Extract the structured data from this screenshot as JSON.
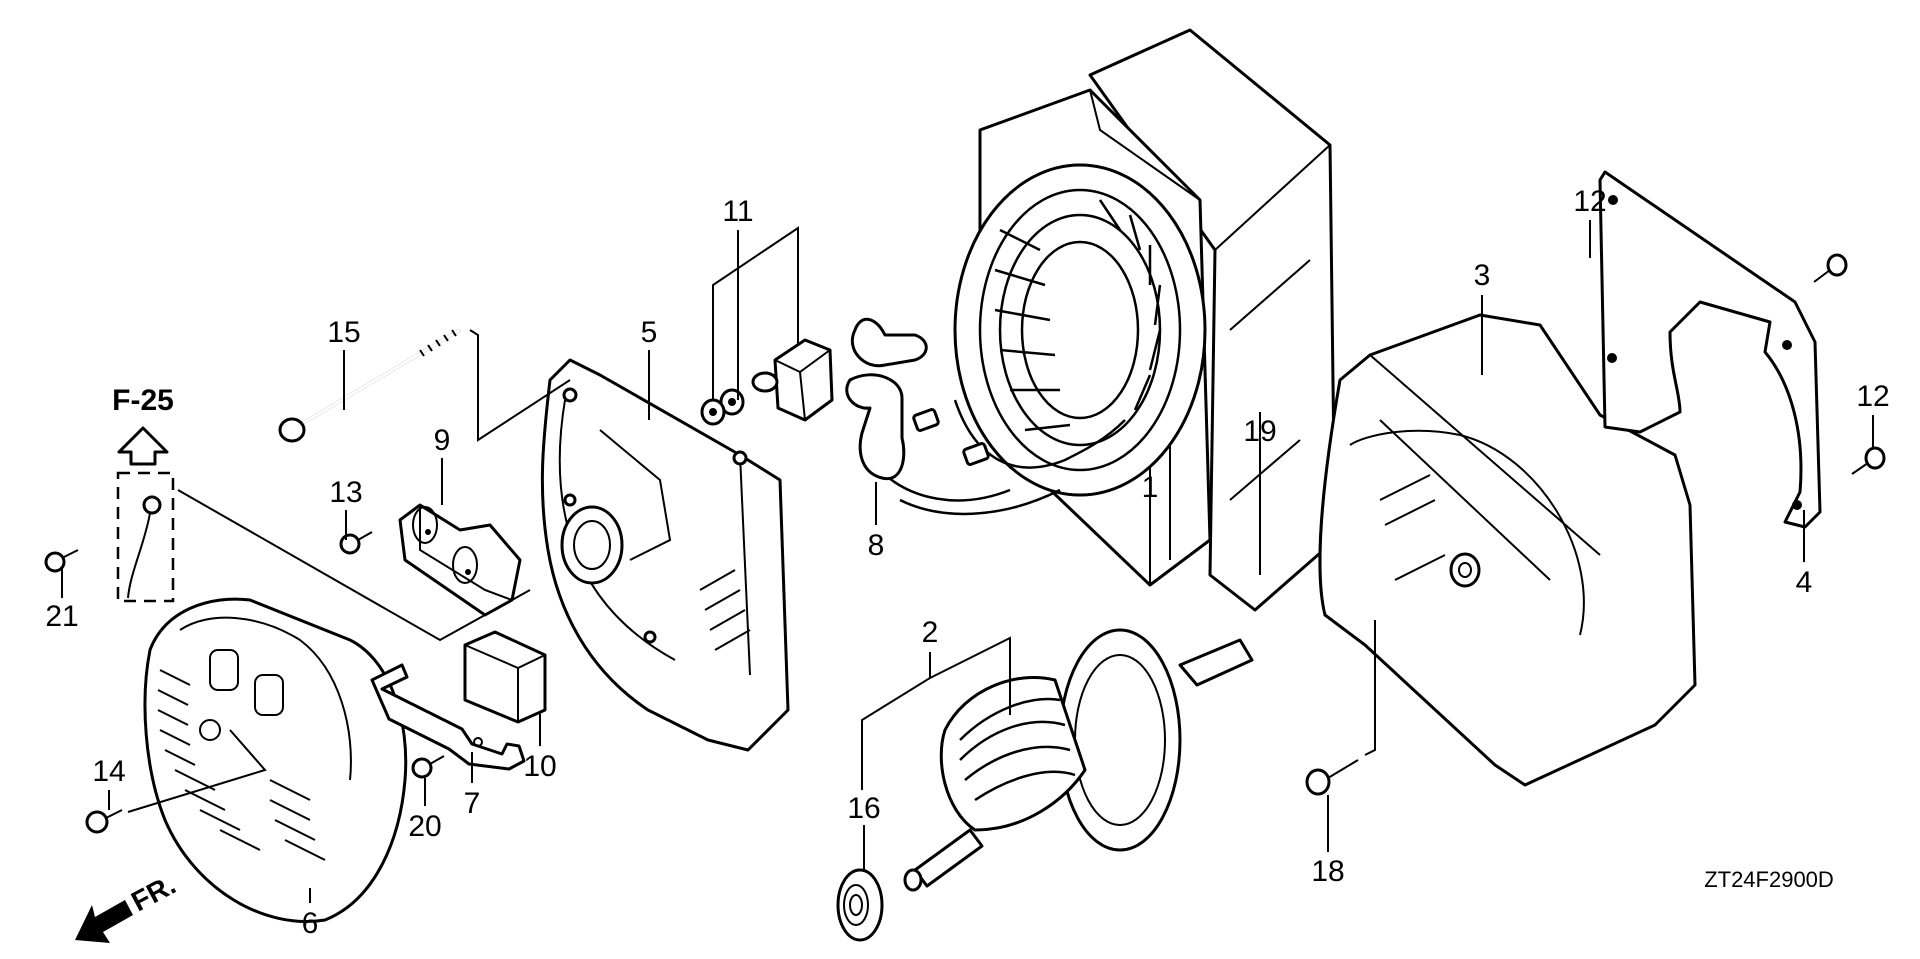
{
  "diagram": {
    "type": "exploded-parts-diagram",
    "drawing_code": "ZT24F2900D",
    "reference": {
      "label": "F-25",
      "icon": "up-arrow-outline"
    },
    "front_indicator": {
      "label": "FR.",
      "icon": "direction-arrow"
    },
    "callouts": [
      {
        "id": "1",
        "part": "stator"
      },
      {
        "id": "2",
        "part": "rotor"
      },
      {
        "id": "3",
        "part": "rear-housing"
      },
      {
        "id": "4",
        "part": "rear-plate"
      },
      {
        "id": "5",
        "part": "front-housing"
      },
      {
        "id": "6",
        "part": "front-cover"
      },
      {
        "id": "7",
        "part": "bracket"
      },
      {
        "id": "8",
        "part": "wire-clamp"
      },
      {
        "id": "9",
        "part": "receptacle"
      },
      {
        "id": "10",
        "part": "capacitor"
      },
      {
        "id": "11",
        "part": "circuit-breaker-and-nuts"
      },
      {
        "id": "12",
        "part": "bolt"
      },
      {
        "id": "13",
        "part": "screw"
      },
      {
        "id": "14",
        "part": "screw"
      },
      {
        "id": "15",
        "part": "through-bolt"
      },
      {
        "id": "16",
        "part": "bearing"
      },
      {
        "id": "18",
        "part": "flange-bolt"
      },
      {
        "id": "19",
        "part": "stator-cover"
      },
      {
        "id": "20",
        "part": "screw"
      },
      {
        "id": "21",
        "part": "ground-screw"
      }
    ],
    "labels": {
      "c1": "1",
      "c2": "2",
      "c3": "3",
      "c4": "4",
      "c5": "5",
      "c6": "6",
      "c7": "7",
      "c8": "8",
      "c9": "9",
      "c10": "10",
      "c11": "11",
      "c12a": "12",
      "c12b": "12",
      "c13": "13",
      "c14": "14",
      "c15": "15",
      "c16": "16",
      "c18": "18",
      "c19": "19",
      "c20": "20",
      "c21": "21"
    }
  }
}
